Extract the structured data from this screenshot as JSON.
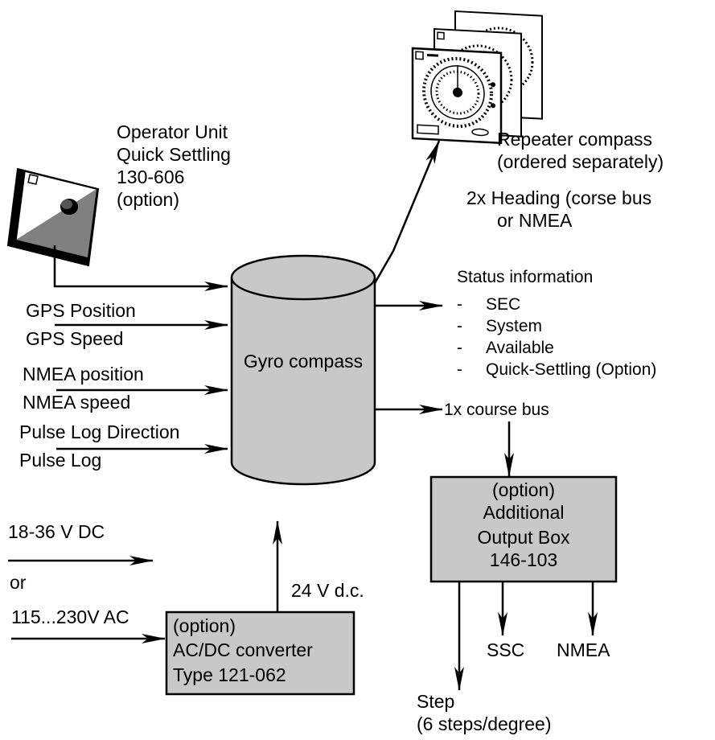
{
  "colors": {
    "box_fill": "#c8c8c8",
    "line": "#000000",
    "background": "#ffffff",
    "panel_dark": "#808080"
  },
  "repeater": {
    "label_1": "Repeater compass",
    "label_2": "(ordered  separately)",
    "heading_1": "2x  Heading (corse bus",
    "heading_2": "or NMEA"
  },
  "operator_unit": {
    "line_1": "Operator Unit",
    "line_2": "Quick Settling",
    "line_3": "130-606",
    "line_4": "(option)"
  },
  "gyro": {
    "label": "Gyro compass"
  },
  "inputs": {
    "gps_position": "GPS Position",
    "gps_speed": "GPS Speed",
    "nmea_position": "NMEA position",
    "nmea_speed": "NMEA speed",
    "pulse_log_direction": "Pulse Log Direction",
    "pulse_log": "Pulse Log"
  },
  "status": {
    "title": "Status information",
    "items": [
      {
        "dash": "-",
        "text": "SEC"
      },
      {
        "dash": "-",
        "text": "System"
      },
      {
        "dash": "-",
        "text": "Available"
      },
      {
        "dash": "-",
        "text": "Quick-Settling (Option)"
      }
    ]
  },
  "course_bus": {
    "label": "1x course bus"
  },
  "output_box": {
    "line_1": "(option)",
    "line_2": "Additional",
    "line_3": "Output Box",
    "line_4": "146-103"
  },
  "outputs": {
    "ssc": "SSC",
    "nmea": "NMEA",
    "step_1": "Step",
    "step_2": "(6 steps/degree)"
  },
  "power": {
    "dc": "18-36 V DC",
    "or": "or",
    "ac": "115...230V AC",
    "dc_out": "24 V d.c."
  },
  "converter": {
    "line_1": "(option)",
    "line_2": "AC/DC converter",
    "line_3": "Type 121-062"
  }
}
